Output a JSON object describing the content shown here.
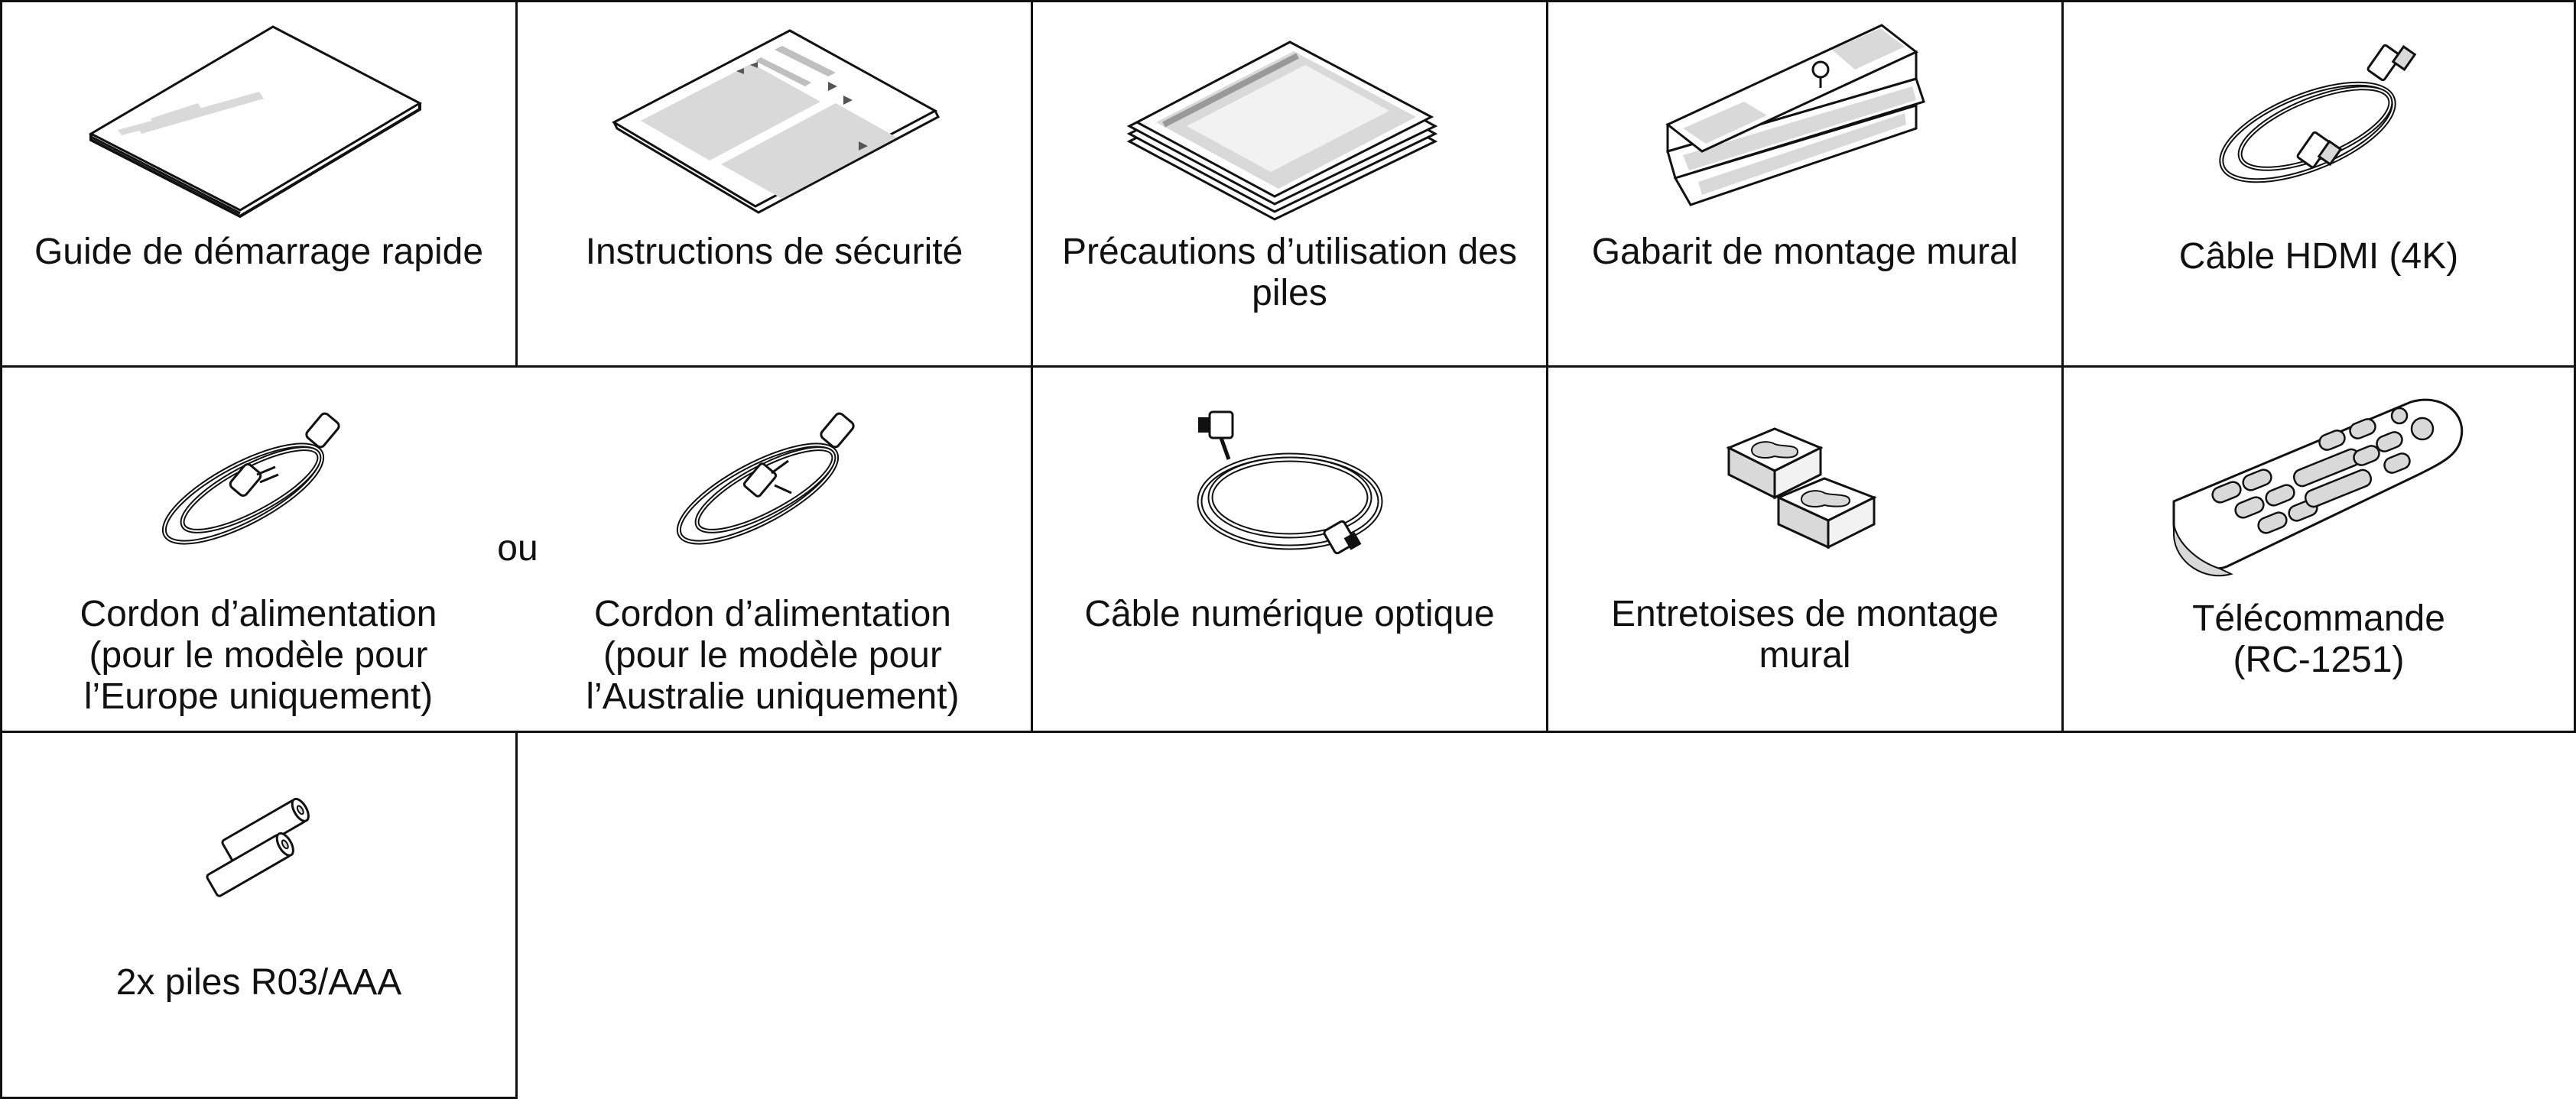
{
  "items": [
    {
      "label": "Guide de démarrage rapide",
      "icon": "quick-start-guide-icon"
    },
    {
      "label": "Instructions de sécurité",
      "icon": "safety-instructions-icon"
    },
    {
      "label": "Précautions d’utilisation des\npiles",
      "icon": "battery-precautions-leaflet-icon"
    },
    {
      "label": "Gabarit de montage mural",
      "icon": "wall-mount-template-icon"
    },
    {
      "label": "Câble HDMI (4K)",
      "icon": "hdmi-cable-icon"
    },
    {
      "label": "Cordon d’alimentation\n(pour le modèle pour\nl’Europe uniquement)",
      "icon": "power-cord-europe-icon"
    },
    {
      "label": "Cordon d’alimentation\n(pour le modèle pour\nl’Australie uniquement)",
      "icon": "power-cord-australia-icon"
    },
    {
      "label": "Câble numérique optique",
      "icon": "optical-cable-icon"
    },
    {
      "label": "Entretoises de montage\nmural",
      "icon": "wall-mount-spacers-icon"
    },
    {
      "label": "Télécommande\n(RC-1251)",
      "icon": "remote-control-icon"
    },
    {
      "label": "2x piles R03/AAA",
      "icon": "aaa-batteries-icon"
    }
  ],
  "separator_word": "ou",
  "colors": {
    "line": "#111111",
    "fill_gray": "#d9d9d9",
    "fill_light": "#f2f2f2"
  }
}
